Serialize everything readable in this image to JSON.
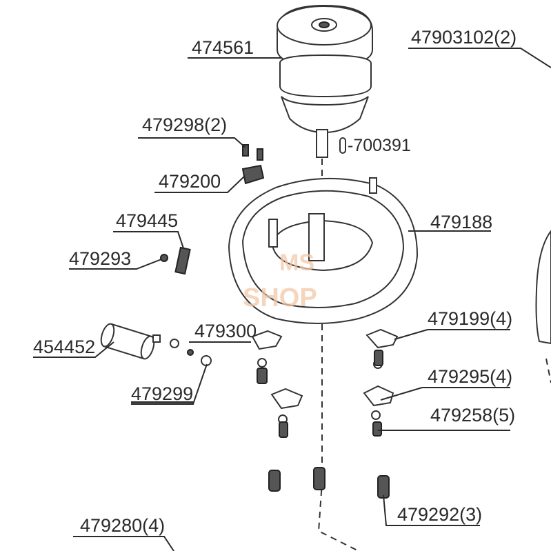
{
  "parts": {
    "p474561": "474561",
    "p47903102": "47903102(2)",
    "p479298": "479298(2)",
    "p700391": "-700391",
    "p479200": "479200",
    "p479188": "479188",
    "p479445": "479445",
    "p479293": "479293",
    "p479199": "479199(4)",
    "p454452": "454452",
    "p479300": "479300",
    "p479295": "479295(4)",
    "p479299": "479299",
    "p479258": "479258(5)",
    "p479292": "479292(3)",
    "p479280": "479280(4)"
  },
  "watermark": {
    "line1": "MS",
    "line2": "SHOP"
  }
}
